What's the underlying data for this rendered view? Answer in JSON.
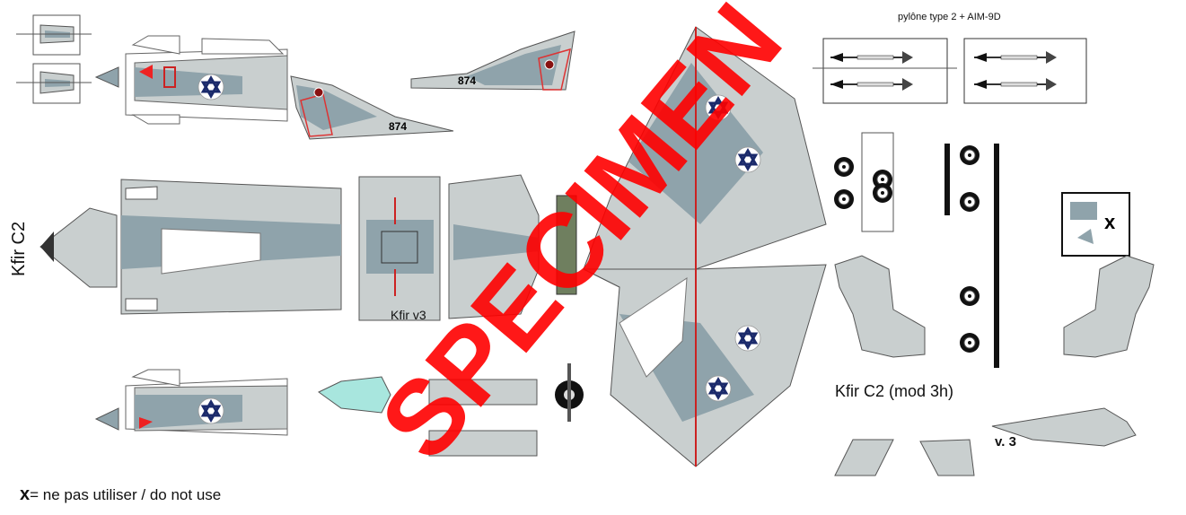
{
  "sheet": {
    "side_title": "Kfir C2",
    "model_caption": "Kfir C2 (mod 3h)",
    "pylon_caption": "pylône type 2 + AIM-9D",
    "part_version": "Kfir v3",
    "nose_version": "v. 3",
    "legend_mark": "x",
    "legend_text": "= ne pas utiliser / do not use",
    "discard_mark": "x",
    "tail_number": "874",
    "watermark": "SPECIMEN"
  },
  "colors": {
    "camo_grey": "#8fa3ab",
    "light_grey": "#c9cfcf",
    "watermark_red": "#ff0000",
    "roundel_blue": "#1b2a6b",
    "canopy_cyan": "#a8e6de",
    "panel_red": "#cc2222",
    "olive_strip": "#6f7f5f"
  }
}
